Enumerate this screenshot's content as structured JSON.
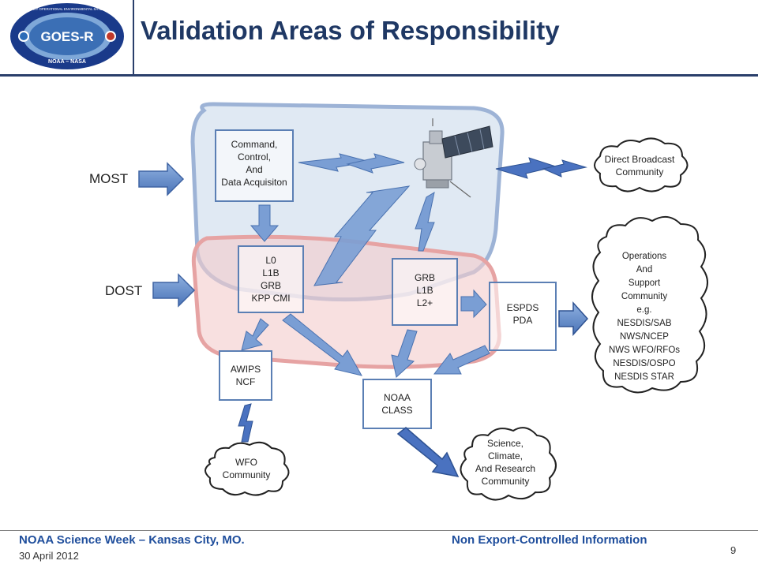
{
  "header": {
    "title": "Validation Areas of Responsibility",
    "logo": {
      "name": "GOES-R",
      "ring_text": "GEOSTATIONARY OPERATIONAL ENVIRONMENTAL SATELLITE SERIES",
      "agencies": "NOAA – NASA"
    }
  },
  "labels": {
    "most": "MOST",
    "dost": "DOST"
  },
  "boxes": {
    "command": [
      "Command,",
      "Control,",
      "And",
      "Data Acquisiton"
    ],
    "l0": [
      "L0",
      "L1B",
      "GRB",
      "KPP CMI"
    ],
    "grb": [
      "GRB",
      "L1B",
      "L2+"
    ],
    "espds": [
      "ESPDS",
      "PDA"
    ],
    "awips": [
      "AWIPS",
      "NCF"
    ],
    "class": [
      "NOAA",
      "CLASS"
    ]
  },
  "clouds": {
    "direct_broadcast": [
      "Direct Broadcast",
      "Community"
    ],
    "operations": [
      "Operations",
      "And",
      "Support",
      "Community",
      "e.g.",
      "NESDIS/SAB",
      "NWS/NCEP",
      "NWS WFO/RFOs",
      "NESDIS/OSPO",
      "NESDIS STAR"
    ],
    "science": [
      "Science,",
      "Climate,",
      "And Research",
      "Community"
    ],
    "wfo": [
      "WFO",
      "Community"
    ]
  },
  "footer": {
    "event": "NOAA Science Week – Kansas City, MO.",
    "date": "30 April 2012",
    "notice": "Non Export-Controlled Information",
    "page": "9"
  },
  "colors": {
    "title": "#1f3864",
    "most_region": "#dbe5f1",
    "dost_region": "#f4cccc",
    "arrow": "#5b82c0",
    "footer_text": "#1f4e9c"
  }
}
